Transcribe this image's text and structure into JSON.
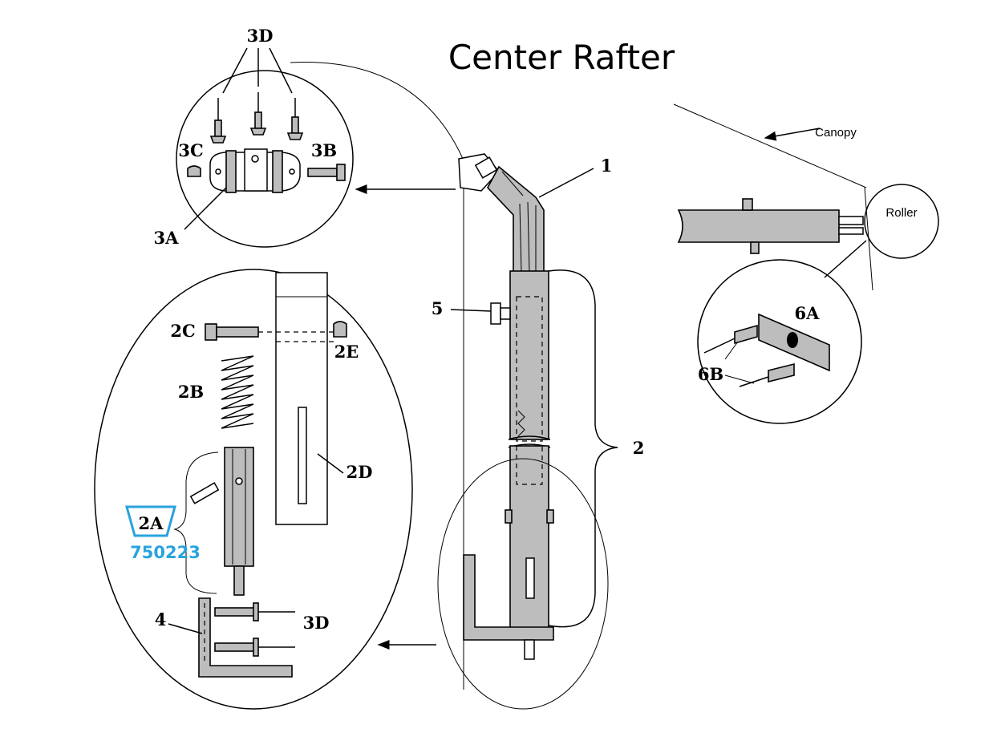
{
  "title": "Center Rafter",
  "labels": {
    "part_1": "1",
    "part_2": "2",
    "part_2a": "2A",
    "part_2a_number": "750223",
    "part_2b": "2B",
    "part_2c": "2C",
    "part_2d": "2D",
    "part_2e": "2E",
    "part_3a": "3A",
    "part_3b": "3B",
    "part_3c": "3C",
    "part_3d_top": "3D",
    "part_3d_bottom": "3D",
    "part_4": "4",
    "part_5": "5",
    "part_6a": "6A",
    "part_6b": "6B",
    "canopy": "Canopy",
    "roller": "Roller"
  },
  "colors": {
    "part_fill": "#bdbdbd",
    "highlight": "#29a3dd"
  }
}
